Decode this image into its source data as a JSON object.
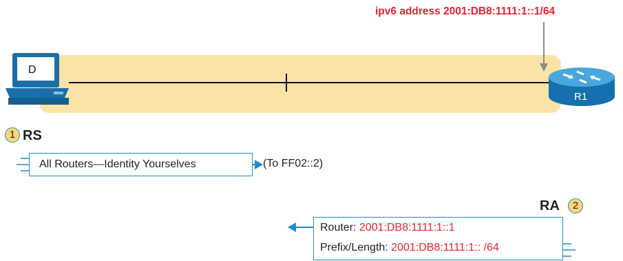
{
  "diagram": {
    "command": "ipv6 address 2001:DB8:1111:1::1/64",
    "pc_label": "D",
    "router_label": "R1",
    "rs": {
      "step": "1",
      "title": "RS",
      "message": "All Routers—Identity Yourselves",
      "destination": "(To FF02::2)"
    },
    "ra": {
      "step": "2",
      "title": "RA",
      "router_key": "Router: ",
      "router_value": "2001:DB8:1111:1::1",
      "prefix_key": "Prefix/Length: ",
      "prefix_value": "2001:DB8:1111:1:: /64"
    }
  },
  "colors": {
    "link_highlight": "#fbe3a6",
    "accent_blue": "#1b8ec8",
    "command_red": "#e3232e",
    "step_fill": "#fcd574"
  }
}
